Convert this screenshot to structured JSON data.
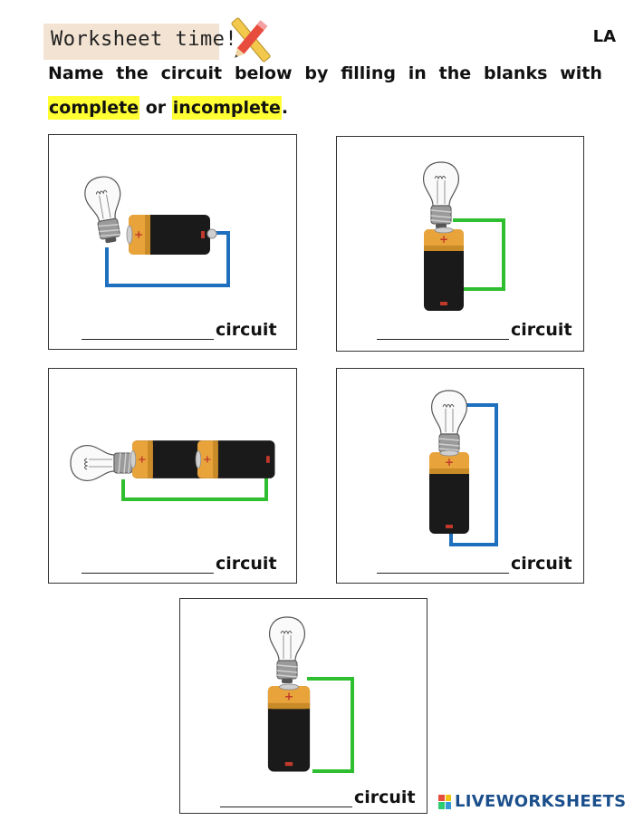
{
  "header": {
    "title": "Worksheet time!",
    "initials": "LA"
  },
  "instructions": {
    "words_line1": [
      "Name",
      "the",
      "circuit",
      "below",
      "by",
      "filling",
      "in",
      "the",
      "blanks",
      "with"
    ],
    "option_a": "complete",
    "joiner": "or",
    "option_b": "incomplete",
    "end": "."
  },
  "circuits": [
    {
      "label": "circuit"
    },
    {
      "label": "circuit"
    },
    {
      "label": "circuit"
    },
    {
      "label": "circuit"
    },
    {
      "label": "circuit"
    }
  ],
  "footer": {
    "logo_text": "LIVEWORKSHEETS"
  },
  "colors": {
    "wire_blue": "#1f6fbf",
    "wire_green": "#2fbe2f",
    "highlight": "#ffff33",
    "battery_body": "#1a1a1a",
    "battery_cap": "#e8a33a"
  }
}
